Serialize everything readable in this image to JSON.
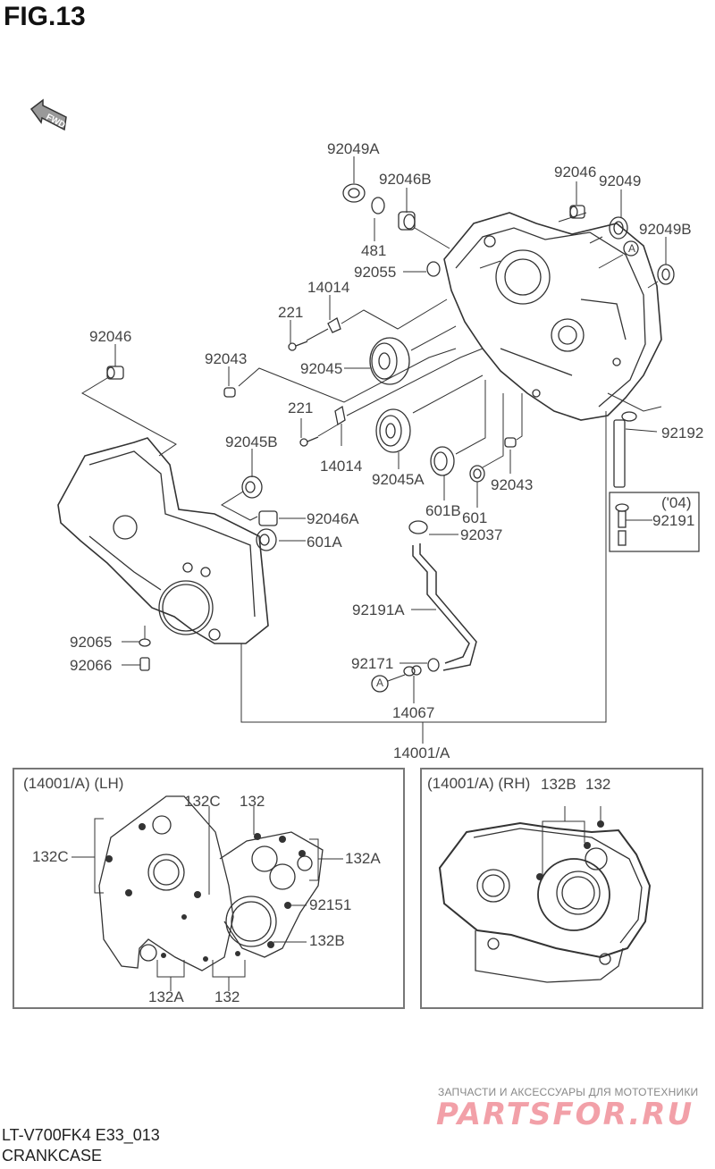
{
  "figure": {
    "title": "FIG.13",
    "fwd_label": "FWD"
  },
  "callouts": {
    "c92049A": "92049A",
    "c92046B": "92046B",
    "c481": "481",
    "c92055": "92055",
    "c92046_top": "92046",
    "c92049": "92049",
    "c92049B": "92049B",
    "c14014_top": "14014",
    "c221_top": "221",
    "c92046_left": "92046",
    "c92043_left": "92043",
    "c92045": "92045",
    "c221_bottom": "221",
    "c14014_bottom": "14014",
    "c92045B": "92045B",
    "c92045A": "92045A",
    "c601B": "601B",
    "c601": "601",
    "c92043_right": "92043",
    "c92192": "92192",
    "c04": "('04)",
    "c92191": "92191",
    "c92046A": "92046A",
    "c601A": "601A",
    "c92037": "92037",
    "c92191A": "92191A",
    "c92065": "92065",
    "c92066": "92066",
    "c92171": "92171",
    "circleA": "A",
    "c14067": "14067",
    "c14001A": "14001/A"
  },
  "inset_lh": {
    "title": "(14001/A)  (LH)",
    "labels": {
      "l132C_top": "132C",
      "l132_top": "132",
      "l132C_left": "132C",
      "l132A_right": "132A",
      "l92151": "92151",
      "l132B": "132B",
      "l132A_bottom": "132A",
      "l132_bottom": "132"
    }
  },
  "inset_rh": {
    "title": "(14001/A)  (RH)",
    "labels": {
      "r132B": "132B",
      "r132": "132"
    }
  },
  "footer": {
    "model_code": "LT-V700FK4 E33_013",
    "section_name": "CRANKCASE"
  },
  "watermark": {
    "tagline": "ЗАПЧАСТИ И АКСЕССУАРЫ ДЛЯ МОТОТЕХНИКИ",
    "brand": "PARTSFOR.RU",
    "brand_color": "#f2a0a8"
  }
}
